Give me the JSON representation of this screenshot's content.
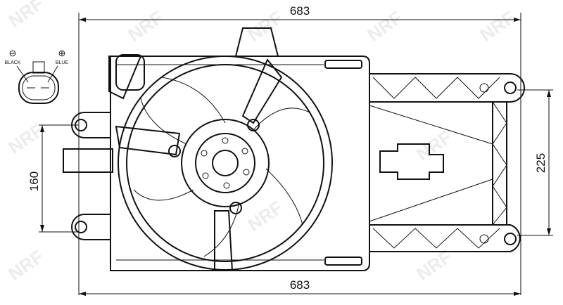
{
  "dimensions": {
    "width_top": "683",
    "width_bottom": "683",
    "mount_spacing_left": "160",
    "mount_spacing_right": "225"
  },
  "connector": {
    "negative_symbol": "⊖",
    "positive_symbol": "⊕",
    "negative_wire": "BLACK",
    "positive_wire": "BLUE"
  },
  "watermark": "NRF"
}
